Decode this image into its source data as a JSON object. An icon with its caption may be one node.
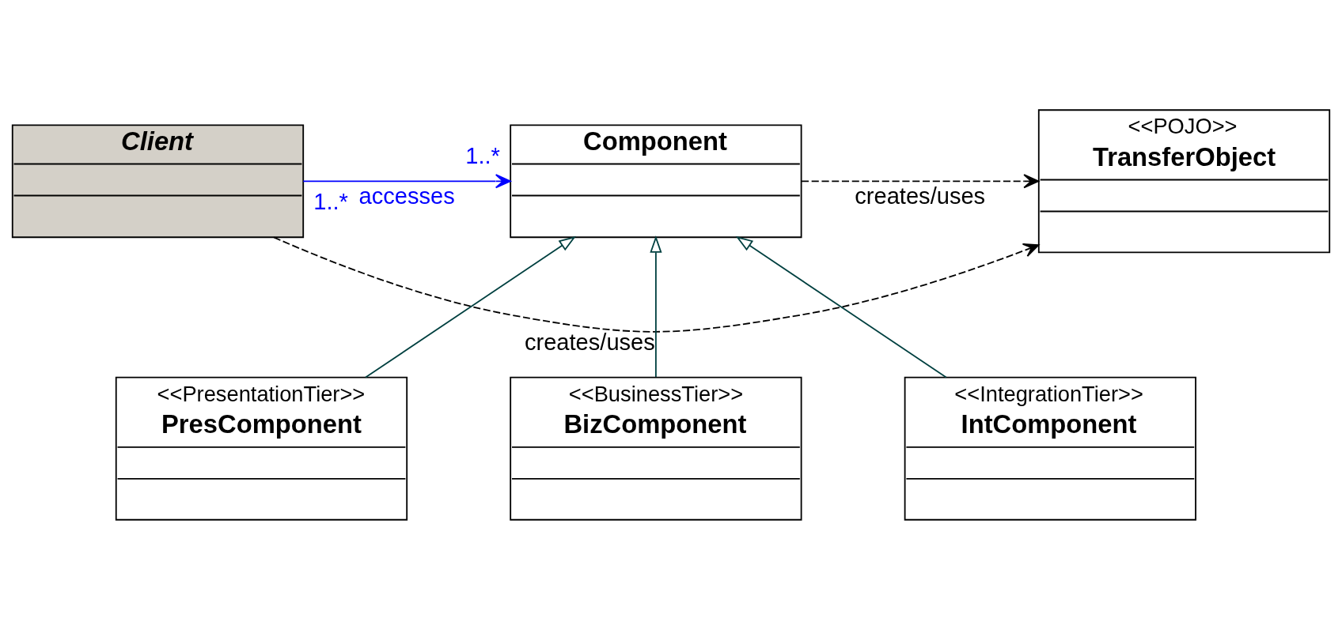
{
  "diagram": {
    "nodes": [
      {
        "text": [
          "Client"
        ]
      },
      {
        "text": [
          "Component"
        ]
      },
      {
        "text": [
          "<<POJO>>",
          "TransferObject"
        ]
      },
      {
        "text": [
          "<<PresentationTier>>",
          "PresComponent"
        ]
      },
      {
        "text": [
          "<<BusinessTier>>",
          "BizComponent"
        ]
      },
      {
        "text": [
          "<<IntegrationTier>>",
          "IntComponent"
        ]
      }
    ],
    "edges": [
      {
        "from": 0,
        "to": 2,
        "arrow": "to",
        "label": "creates/uses",
        "style": "dashed"
      },
      {
        "from": 0,
        "to": 1,
        "arrow": "to",
        "label": "accesses",
        "color": "#0000ff"
      },
      {
        "from": 1,
        "to": 2,
        "arrow": "to",
        "label": "creates/uses",
        "style": "dashed"
      },
      {
        "from": 3,
        "to": 1,
        "arrow": "to",
        "color": "#004040"
      },
      {
        "from": 4,
        "to": 1,
        "arrow": "to",
        "color": "#004040"
      },
      {
        "from": 5,
        "to": 1,
        "arrow": "to",
        "color": "#004040"
      }
    ],
    "labels": [
      "1..*",
      "1..*"
    ]
  }
}
